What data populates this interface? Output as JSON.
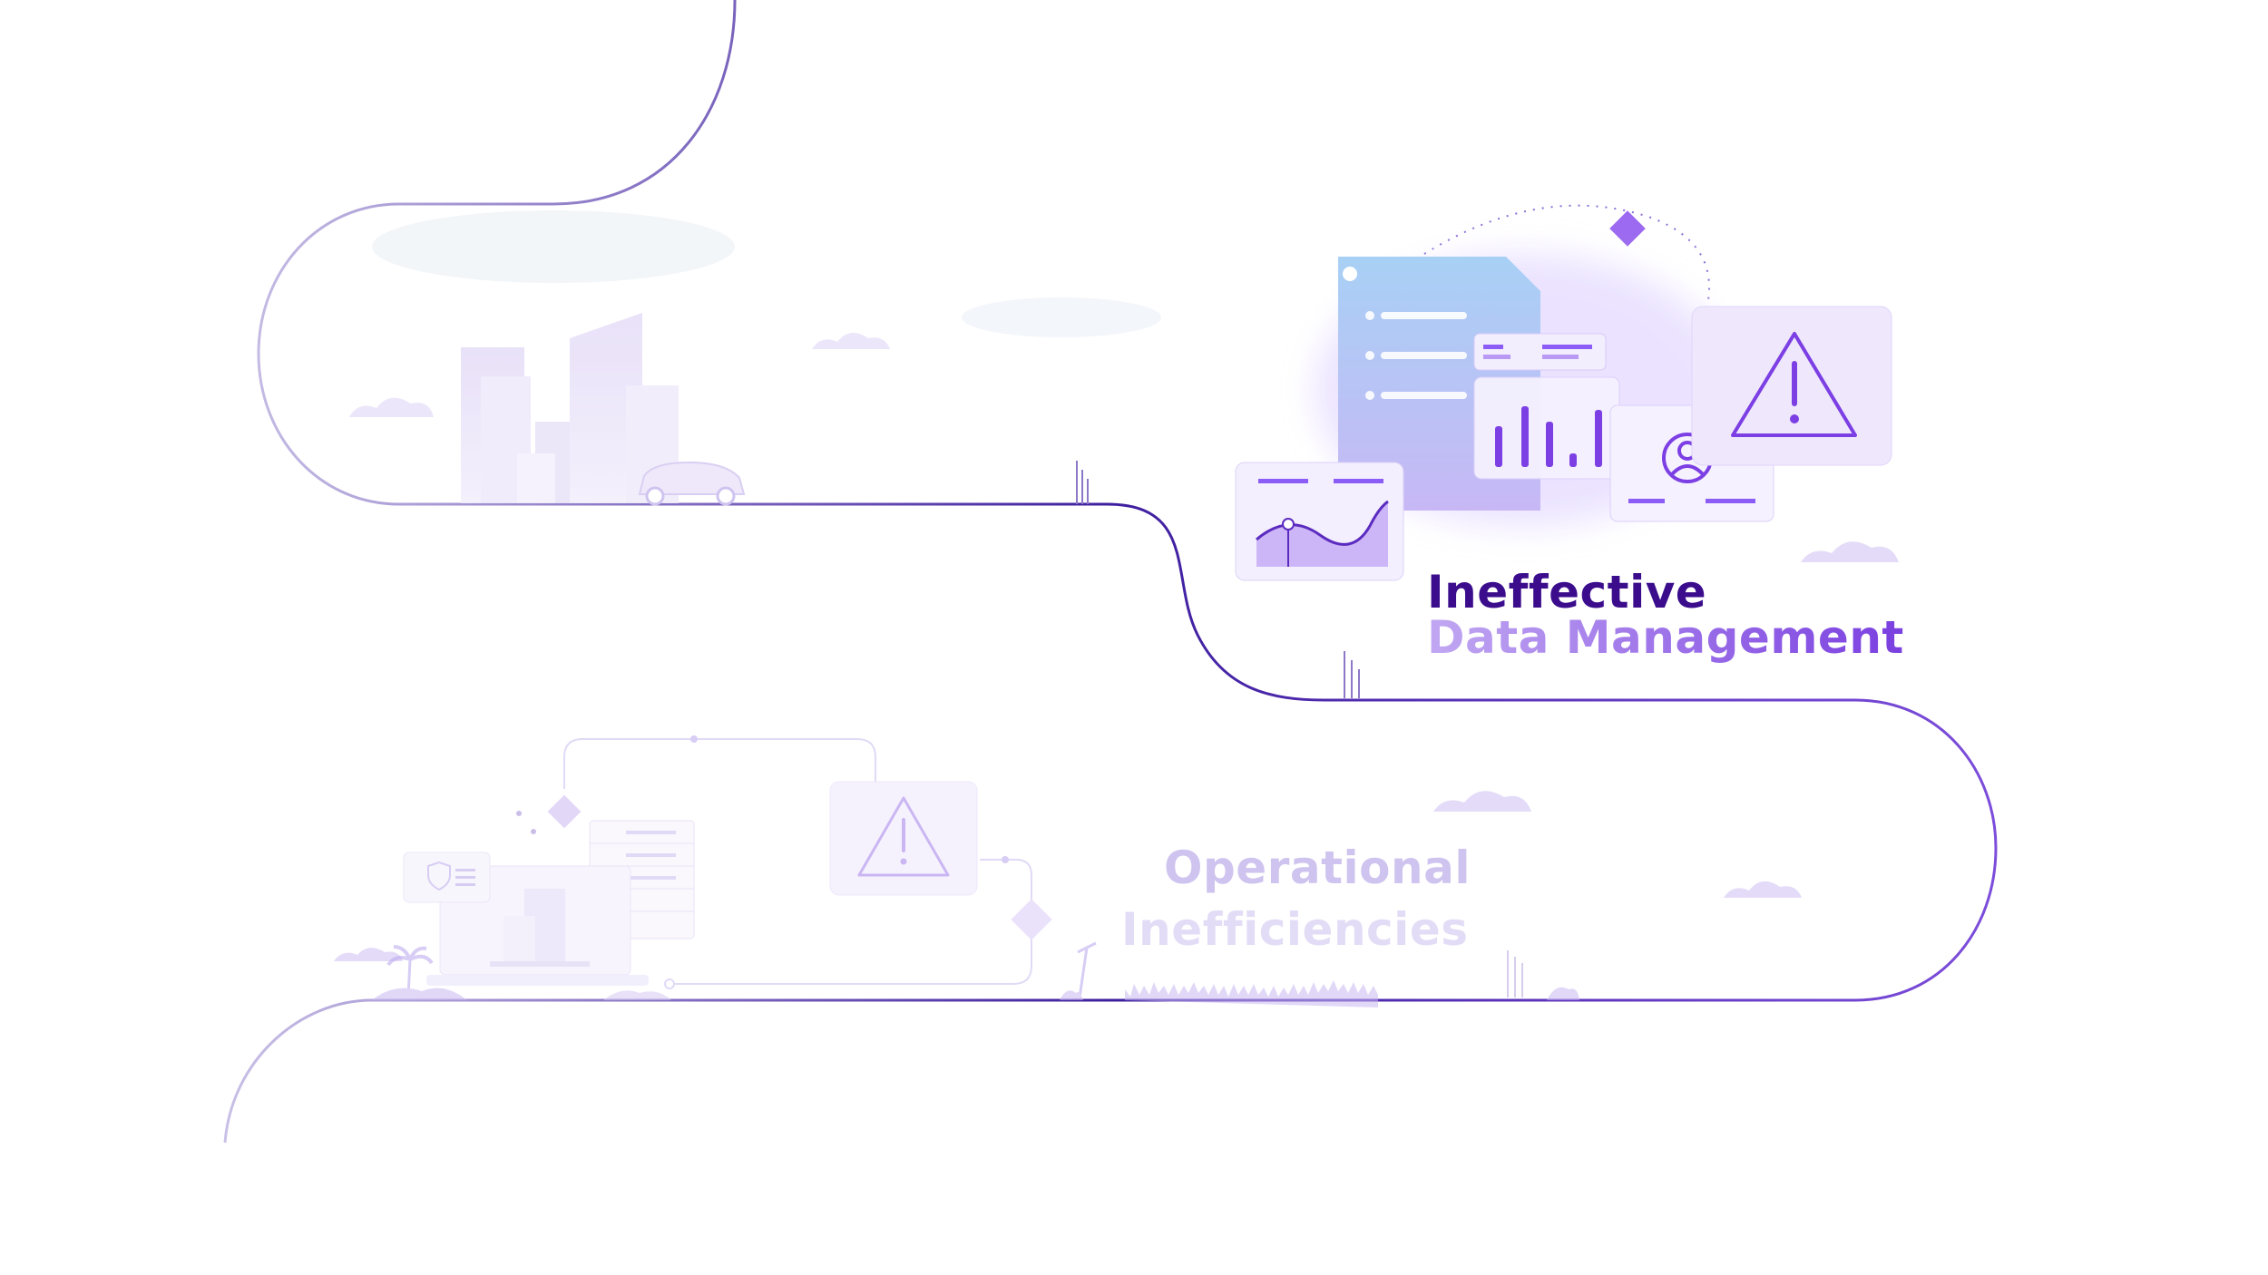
{
  "stage1": {
    "title_line1": "Ineffective",
    "title_line2": "Data Management"
  },
  "stage2": {
    "title_line1": "Operational",
    "title_line2": "Inefficiencies"
  },
  "colors": {
    "road": "#3e1e9e",
    "accent": "#8b5cf6",
    "title_dark": "#3b0d8c",
    "title_light": "#a88bf0",
    "faded": "#d8cff3"
  },
  "icons": [
    "warning-icon",
    "user-icon",
    "bar-chart-icon",
    "document-icon",
    "line-chart-icon",
    "shield-icon",
    "server-icon",
    "car-icon",
    "palm-tree-icon",
    "cloud-icon"
  ]
}
